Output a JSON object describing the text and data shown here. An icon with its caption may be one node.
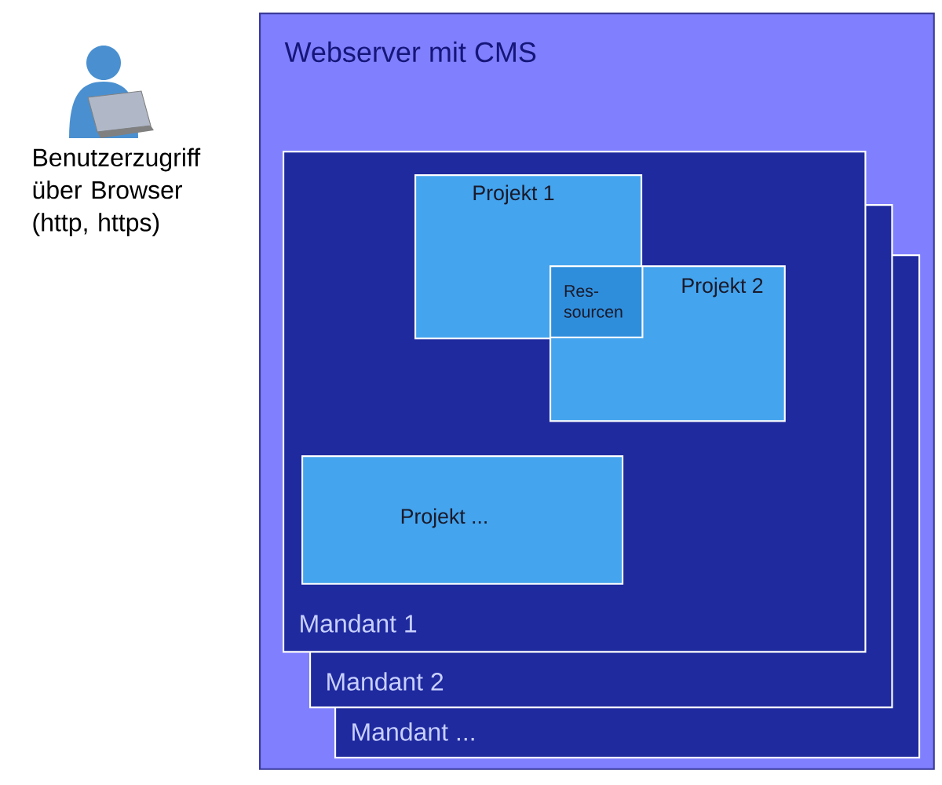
{
  "diagram": {
    "nodes": [
      {
        "text": [
          "Webserver mit CMS"
        ]
      },
      {
        "text": [
          "Mandant 1"
        ],
        "in": 0
      },
      {
        "text": [
          "Projekt 1"
        ],
        "in": 1
      },
      {
        "text": [
          "Projekt 2"
        ]
      },
      {
        "text": [
          "Res-sourcen"
        ]
      },
      {
        "text": [
          "Projekt ..."
        ],
        "in": 1
      },
      {
        "text": [
          "Mandant 2"
        ],
        "in": 0
      },
      {
        "text": [
          "Mandant ..."
        ],
        "in": 0
      }
    ],
    "labels": [
      "Benutzerzugriff über Browser (http, https)"
    ]
  }
}
